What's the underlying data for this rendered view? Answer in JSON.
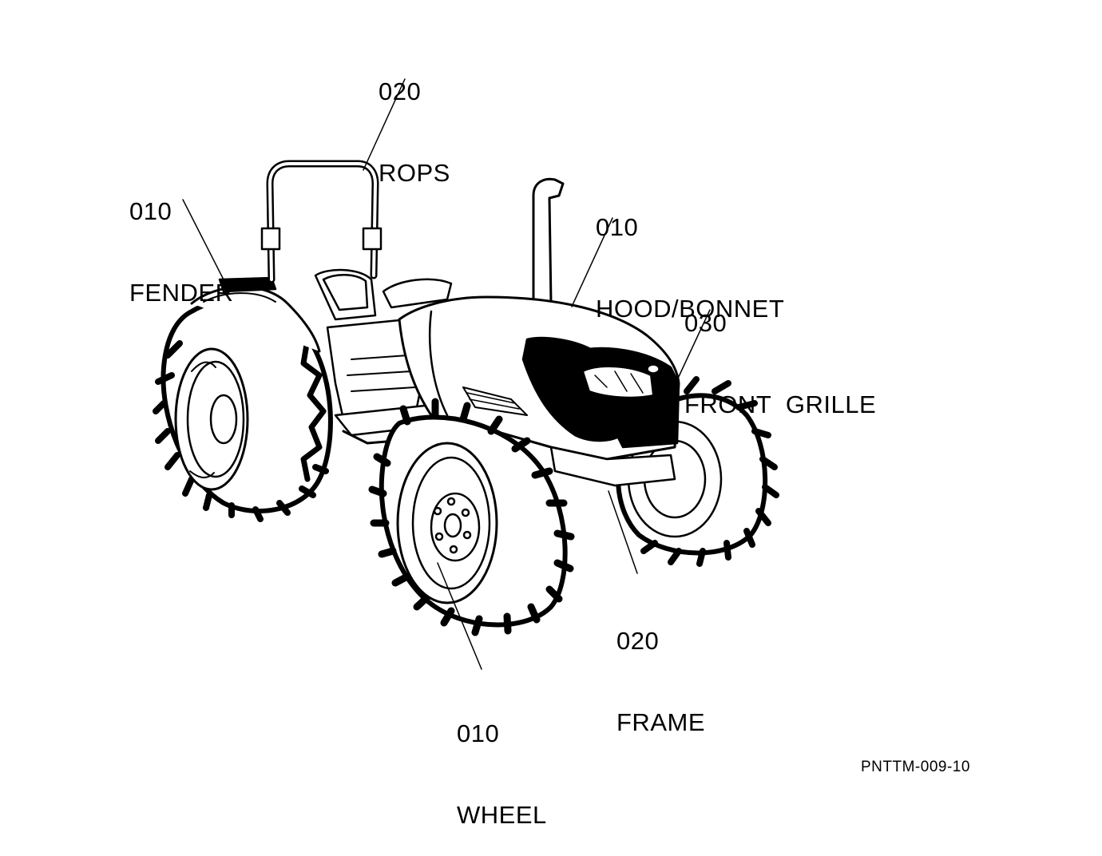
{
  "labels": {
    "rops": {
      "num": "020",
      "name": "ROPS"
    },
    "fender": {
      "num": "010",
      "name": "FENDER"
    },
    "hood": {
      "num": "010",
      "name": "HOOD/BONNET"
    },
    "grille": {
      "num": "030",
      "name": "FRONT  GRILLE"
    },
    "frame": {
      "num": "020",
      "name": "FRAME"
    },
    "wheel": {
      "num": "010",
      "name": "WHEEL"
    }
  },
  "figure_code": "PNTTM-009-10"
}
